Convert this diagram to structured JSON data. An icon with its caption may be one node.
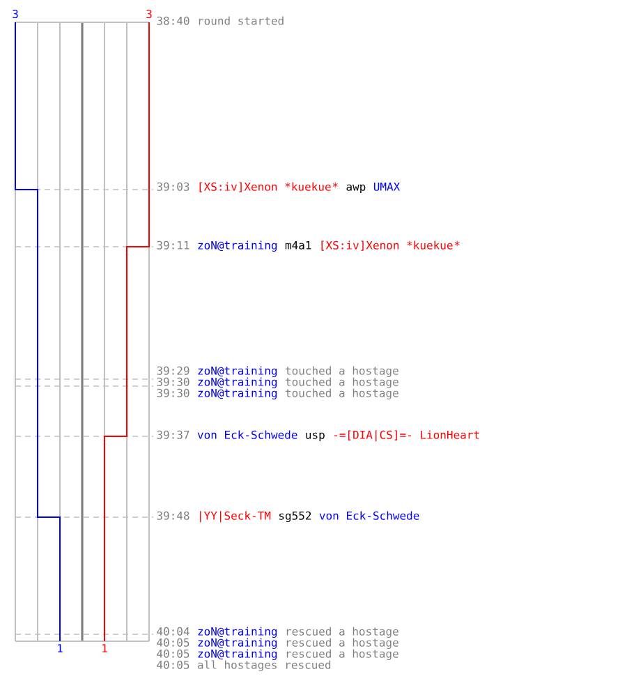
{
  "diagram": {
    "labels": [
      "3",
      "3",
      "38:40",
      "round started",
      "39:03",
      "[XS:iv]Xenon *kuekue",
      "*",
      "awp",
      "UMAX",
      "39:11",
      "zoN@training",
      "m4a1",
      "[XS:iv]Xenon *kuekue",
      "*",
      "39:29",
      "zoN@training",
      "touched a hostage",
      "39:30",
      "zoN@training",
      "touched a hostage",
      "39:30",
      "zoN@training",
      "touched a hostage",
      "39:37",
      "von Eck-Schwede",
      "usp",
      "-=[DIA|CS]=- LionHeart",
      "39:48",
      "|YY|Seck-TM",
      "sg552",
      "von Eck-Schwede",
      "40:04",
      "zoN@training",
      "rescued a hostage",
      "40:05",
      "zoN@training",
      "rescued a hostage",
      "40:05",
      "zoN@training",
      "rescued a hostage",
      "40:05",
      "all hostages rescued",
      "1",
      "1"
    ]
  }
}
